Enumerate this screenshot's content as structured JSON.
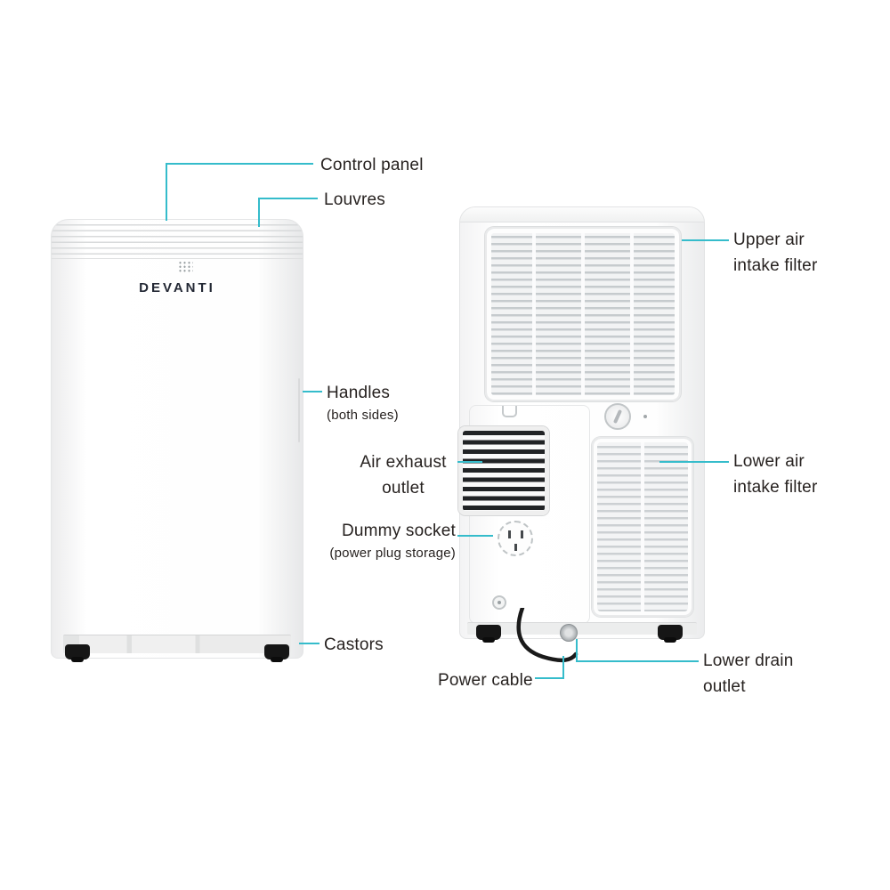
{
  "colors": {
    "accent": "#35bccb",
    "text": "#272220",
    "background": "#ffffff",
    "grille_dark": "#212325"
  },
  "product": {
    "brand_logo": "DEVANTI"
  },
  "callouts": {
    "control_panel": {
      "label": "Control panel"
    },
    "louvres": {
      "label": "Louvres"
    },
    "handles": {
      "label": "Handles",
      "sub": "(both sides)"
    },
    "air_exhaust_outlet": {
      "label": "Air exhaust outlet"
    },
    "dummy_socket": {
      "label": "Dummy socket",
      "sub": "(power plug storage)"
    },
    "castors": {
      "label": "Castors"
    },
    "power_cable": {
      "label": "Power cable"
    },
    "upper_air_intake_filter": {
      "label": "Upper air intake filter"
    },
    "lower_air_intake_filter": {
      "label": "Lower air intake filter"
    },
    "lower_drain_outlet": {
      "label": "Lower drain outlet"
    }
  }
}
